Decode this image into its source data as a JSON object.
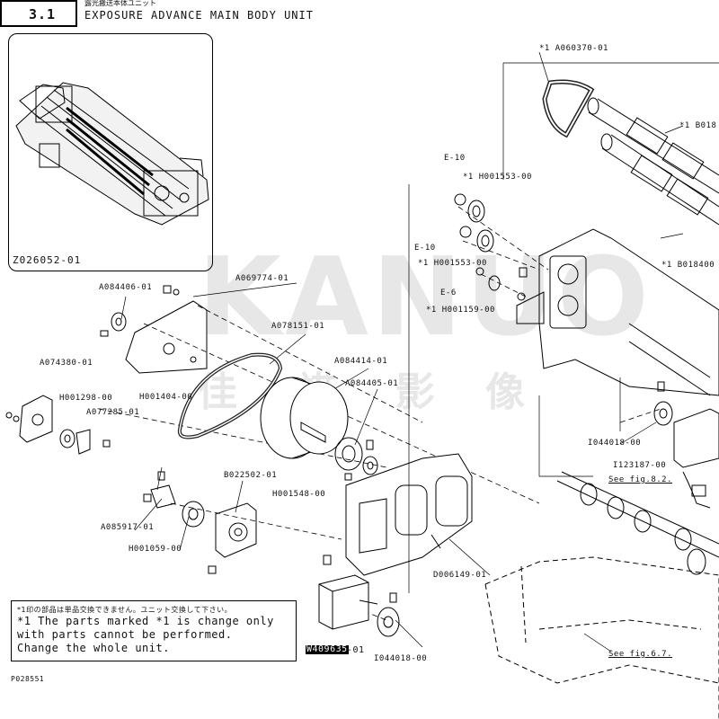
{
  "header": {
    "section_number": "3.1",
    "jp_title": "露光搬送本体ユニット",
    "title": "EXPOSURE ADVANCE MAIN BODY UNIT"
  },
  "inset": {
    "code": "Z026052-01"
  },
  "watermark": {
    "latin": "KANUO",
    "chars": [
      "佳",
      "諾",
      "影",
      "像"
    ]
  },
  "labels": {
    "a060370": "*1 A060370-01",
    "b018_top": "*1 B018",
    "e10_a": "E-10",
    "h001553_a": "*1 H001553-00",
    "e10_b": "E-10",
    "h001553_b": "*1 H001553-00",
    "b018400": "*1 B018400",
    "e6": "E-6",
    "h001159": "*1 H001159-00",
    "a084406": "A084406-01",
    "a069774": "A069774-01",
    "a078151": "A078151-01",
    "a074380": "A074380-01",
    "h001404": "H001404-00",
    "a084414": "A084414-01",
    "a084405": "A084405-01",
    "h001298": "H001298-00",
    "a077285": "A077285-01",
    "b022502": "B022502-01",
    "h001548": "H001548-00",
    "a085917": "A085917-01",
    "h001059": "H001059-00",
    "d006149": "D006149-01",
    "i044018_a": "I044018-00",
    "i123187": "I123187-00",
    "see82": "See fig.8.2.",
    "see67": "See fig.6.7.",
    "w409635": "W409635",
    "w409635_suffix": "-01",
    "i044018_b": "I044018-00",
    "footer_code": "P028551"
  },
  "note": {
    "jp": "*1印の部品は単品交換できません。ユニット交換して下さい。",
    "lines": [
      "*1 The parts marked *1 is change only",
      "with parts cannot be performed.",
      "Change the whole unit."
    ]
  }
}
